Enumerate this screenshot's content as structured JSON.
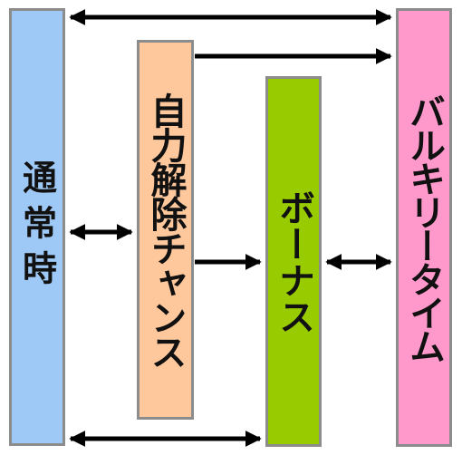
{
  "states": {
    "normal": {
      "label": "通常時",
      "fill": "#9ec8f5"
    },
    "self_release": {
      "label": "自力解除チャンス",
      "fill": "#ffc89c"
    },
    "bonus": {
      "label": "ボーナス",
      "fill": "#99cc00"
    },
    "bulky": {
      "label": "バルキリータイム",
      "fill": "#ff99cc"
    }
  },
  "colors": {
    "border": "#8c8c8c",
    "arrow": "#000000",
    "text": "#111111"
  },
  "transitions": [
    {
      "from": "normal",
      "to": "bulky",
      "direction": "both"
    },
    {
      "from": "self_release",
      "to": "bulky",
      "direction": "forward"
    },
    {
      "from": "normal",
      "to": "self_release",
      "direction": "both"
    },
    {
      "from": "self_release",
      "to": "bonus",
      "direction": "forward"
    },
    {
      "from": "bonus",
      "to": "bulky",
      "direction": "both"
    },
    {
      "from": "normal",
      "to": "bonus",
      "direction": "both"
    }
  ]
}
